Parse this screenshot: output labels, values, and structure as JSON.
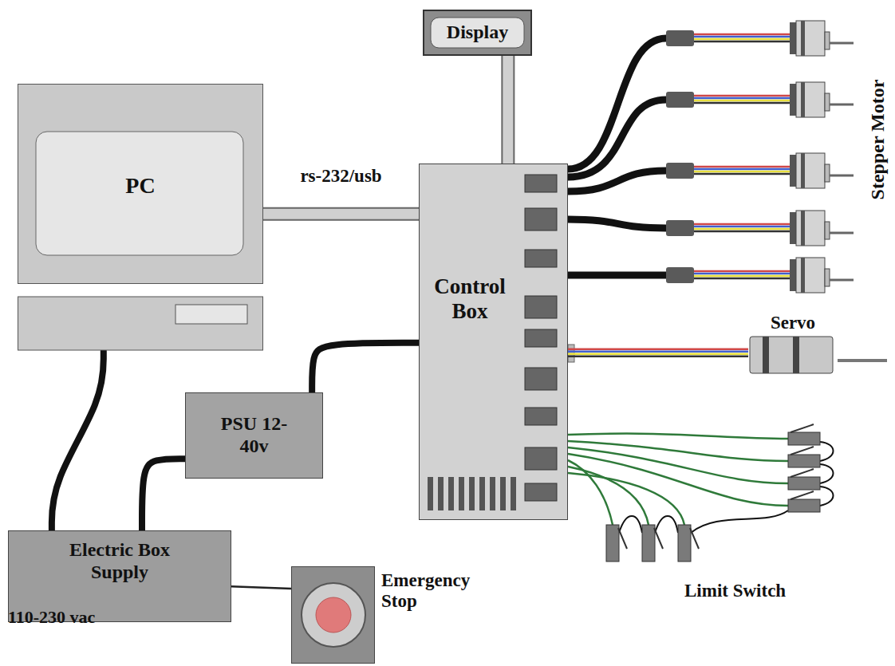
{
  "diagram": {
    "nodes": [
      {
        "text": [
          "Display"
        ]
      },
      {
        "text": [
          "PC"
        ]
      },
      {
        "text": [
          "Control Box"
        ]
      },
      {
        "text": [
          "Servo"
        ]
      },
      {
        "text": [
          "PSU 12-40v"
        ]
      },
      {
        "text": [
          "Electric Box Supply",
          "110-230 vac"
        ]
      },
      {
        "text": [
          "Emergency Stop"
        ]
      }
    ],
    "edges": [
      {
        "from": 1,
        "to": 2,
        "label": "rs-232/usb",
        "arrow": "none"
      },
      {
        "from": 0,
        "to": 2,
        "arrow": "none"
      },
      {
        "from": 4,
        "to": 2,
        "arrow": "none"
      },
      {
        "from": 5,
        "to": 4,
        "arrow": "none"
      },
      {
        "from": 5,
        "to": 1,
        "arrow": "none"
      },
      {
        "from": 5,
        "to": 6,
        "arrow": "none"
      },
      {
        "from": 2,
        "to": 3,
        "arrow": "none"
      }
    ],
    "labels": [
      "Stepper Motor",
      "Limit Switch"
    ]
  }
}
